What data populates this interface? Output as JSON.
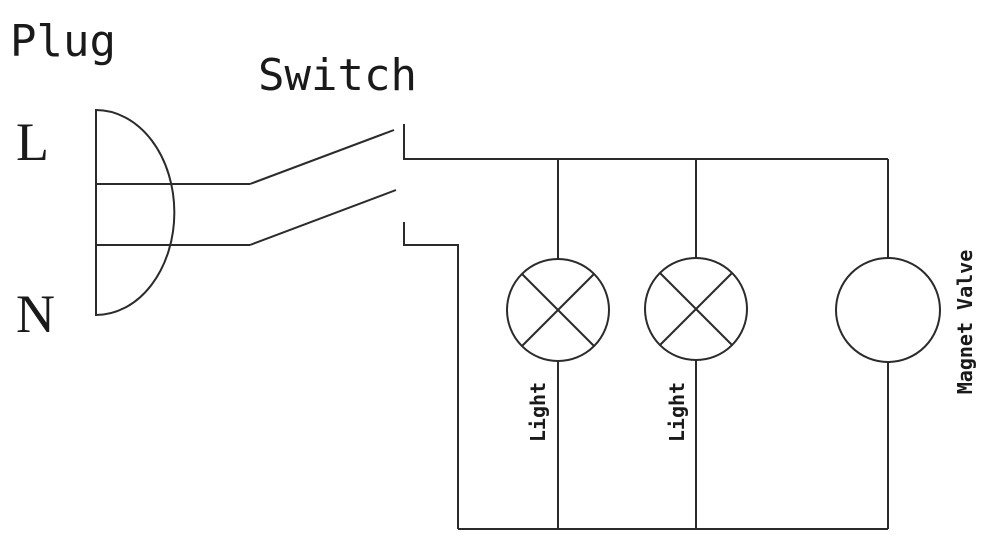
{
  "labels": {
    "plug": "Plug",
    "switch": "Switch",
    "live": "L",
    "neutral": "N",
    "light_1": "Light",
    "light_2": "Light",
    "magnet_valve": "Magnet Valve"
  },
  "colors": {
    "line": "#2b2b2b",
    "text": "#1a1a1a",
    "background": "#ffffff"
  }
}
